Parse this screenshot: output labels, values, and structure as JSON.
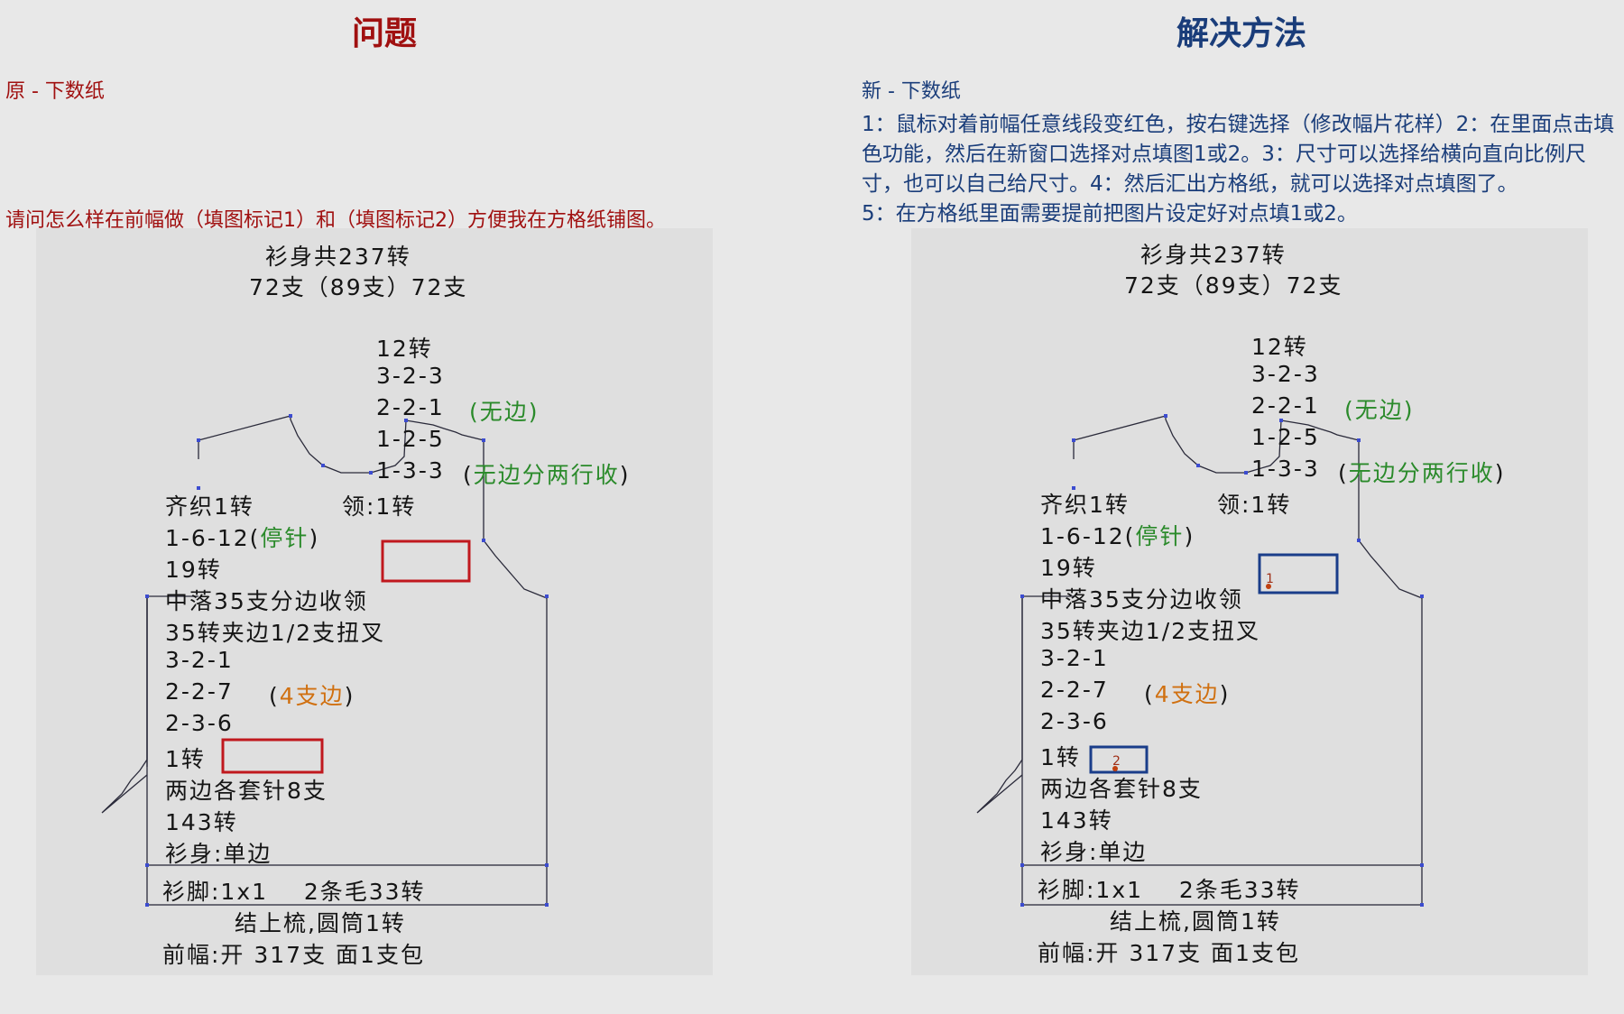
{
  "left": {
    "title": "问题",
    "subtitle": "原 - 下数纸",
    "question": "请问怎么样在前幅做（填图标记1）和（填图标记2）方便我在方格纸铺图。"
  },
  "right": {
    "title": "解决方法",
    "subtitle": "新 - 下数纸",
    "steps": [
      "1：鼠标对着前幅任意线段变红色，按右键选择（修改幅片花样）2：在里面点击填色功能，然后在新窗口选择对点填图1或2。3：尺寸可以选择给横向直向比例尺寸，也可以自己给尺寸。4：然后汇出方格纸，就可以选择对点填图了。",
      "5：在方格纸里面需要提前把图片设定好对点填1或2。"
    ]
  },
  "pattern": {
    "total": "衫身共237转",
    "stitches": "72支（89支）72支",
    "neck_12": "12转",
    "n_323": "3-2-3",
    "n_221": "2-2-1",
    "n_125": "1-2-5",
    "n_133": "1-3-3",
    "no_edge": "(无边)",
    "no_edge_two_rows_open": "(",
    "no_edge_two_rows_text": "无边分两行收",
    "no_edge_two_rows_close": ")",
    "flat_1": "齐织1转",
    "collar": "领:1转",
    "stop_pre": "1-6-12(",
    "stop_text": "停针",
    "stop_post": ")",
    "r19": "19转",
    "center_35": "中落35支分边收领",
    "armhole": "35转夹边1/2支扭叉",
    "a_321": "3-2-1",
    "a_227": "2-2-7",
    "a_236": "2-3-6",
    "four_open": "(",
    "four_text": "4支边",
    "four_close": ")",
    "r1": "1转",
    "cast_off": "两边各套针8支",
    "r143": "143转",
    "body": "衫身:单边",
    "hem": "衫脚:1x1    2条毛33转",
    "end": "结上梳,圆筒1转",
    "front": "前幅:开 317支 面1支包"
  },
  "markers": {
    "m1": "1",
    "m2": "2"
  },
  "colors": {
    "problem": "#a01010",
    "solution": "#1a3d7a",
    "note_green": "#2a8a2a",
    "note_orange": "#d07010",
    "box_problem": "#c0181e",
    "box_solution": "#1a3d8a",
    "outline": "#2a2a3a",
    "node": "#3c4cd0"
  }
}
